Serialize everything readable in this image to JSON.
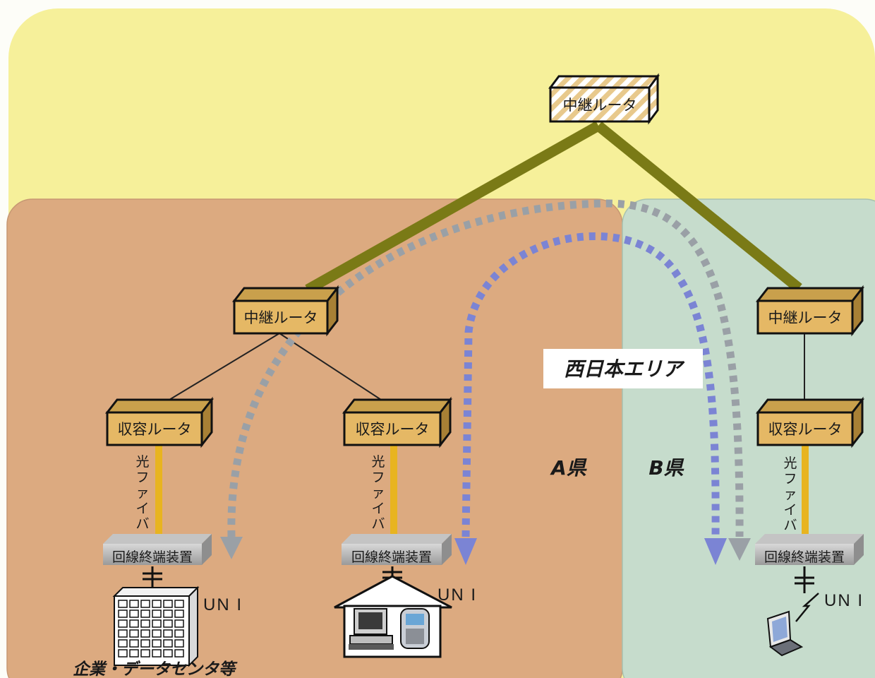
{
  "area_label": "西日本エリア",
  "prefectures": {
    "a": "A県",
    "b": "B県"
  },
  "routers": {
    "top_relay": "中継ルータ",
    "relay_a": "中継ルータ",
    "relay_b": "中継ルータ",
    "access_a1": "収容ルータ",
    "access_a2": "収容ルータ",
    "access_b": "収容ルータ"
  },
  "fiber_label": "光ファイバ",
  "terminals": {
    "a1": "回線終端装置",
    "a2": "回線終端装置",
    "b": "回線終端装置"
  },
  "uni_label": "UN I",
  "enterprise_caption": "企業・データセンタ等",
  "colors": {
    "area_background": "#f6f09a",
    "prefecture_a": "#dcaa80",
    "prefecture_b": "#c6dccc",
    "trunk_link": "#7a7a16",
    "router_face": "#e5b865",
    "gray_path": "#9aa0a6",
    "blue_path": "#7b84d4"
  }
}
